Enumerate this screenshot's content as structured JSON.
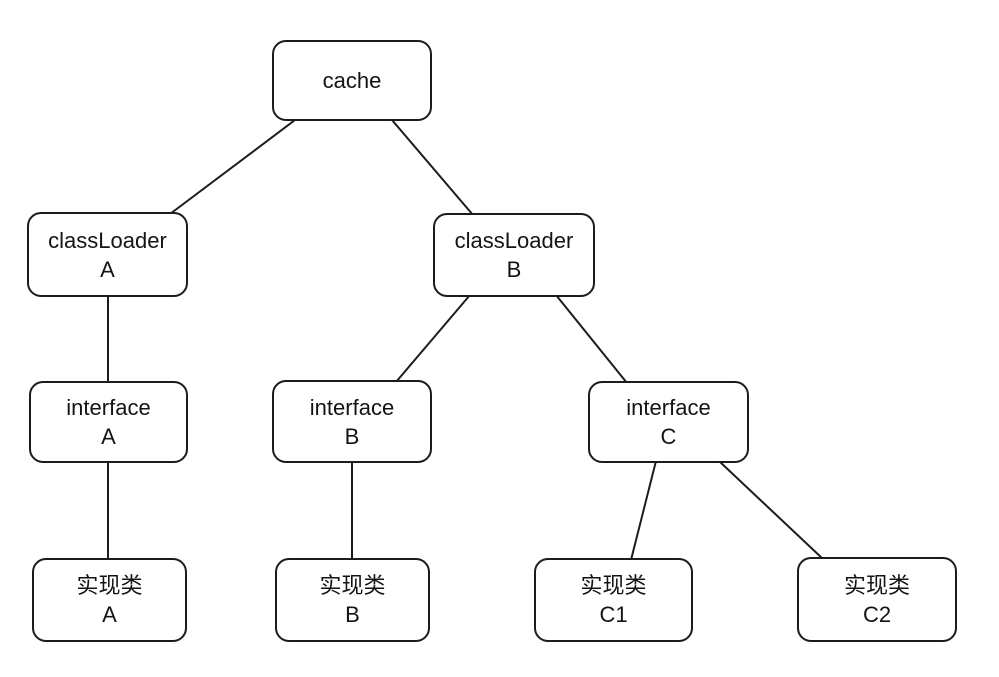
{
  "diagram": {
    "type": "tree",
    "colors": {
      "node_fill": "#ffffff",
      "node_border": "#1c1c1c",
      "edge_stroke": "#1c1c1c",
      "background": "#ffffff",
      "text": "#141414"
    },
    "nodes": [
      {
        "id": "cache",
        "label": "cache"
      },
      {
        "id": "classloader-a",
        "line1": "classLoader",
        "line2": "A"
      },
      {
        "id": "classloader-b",
        "line1": "classLoader",
        "line2": "B"
      },
      {
        "id": "interface-a",
        "line1": "interface",
        "line2": "A"
      },
      {
        "id": "interface-b",
        "line1": "interface",
        "line2": "B"
      },
      {
        "id": "interface-c",
        "line1": "interface",
        "line2": "C"
      },
      {
        "id": "impl-a",
        "line1": "实现类",
        "line2": "A"
      },
      {
        "id": "impl-b",
        "line1": "实现类",
        "line2": "B"
      },
      {
        "id": "impl-c1",
        "line1": "实现类",
        "line2": "C1"
      },
      {
        "id": "impl-c2",
        "line1": "实现类",
        "line2": "C2"
      }
    ],
    "edges": [
      {
        "from": "cache",
        "to": "classloader-a"
      },
      {
        "from": "cache",
        "to": "classloader-b"
      },
      {
        "from": "classloader-a",
        "to": "interface-a"
      },
      {
        "from": "classloader-b",
        "to": "interface-b"
      },
      {
        "from": "classloader-b",
        "to": "interface-c"
      },
      {
        "from": "interface-a",
        "to": "impl-a"
      },
      {
        "from": "interface-b",
        "to": "impl-b"
      },
      {
        "from": "interface-c",
        "to": "impl-c1"
      },
      {
        "from": "interface-c",
        "to": "impl-c2"
      }
    ]
  }
}
